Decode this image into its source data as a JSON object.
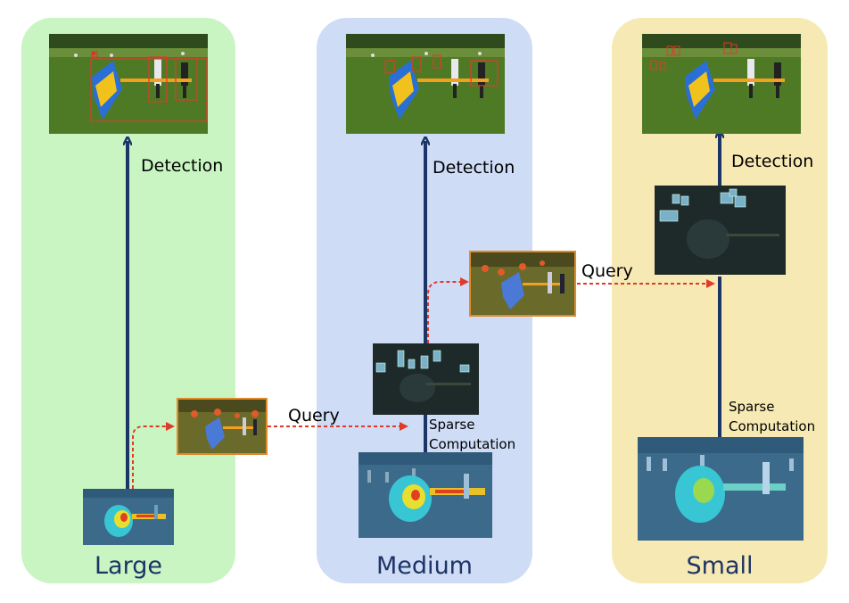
{
  "panels": {
    "large": {
      "label": "Large",
      "color": "#c9f5c2"
    },
    "medium": {
      "label": "Medium",
      "color": "#cfdcf6"
    },
    "small": {
      "label": "Small",
      "color": "#f7e9b4"
    }
  },
  "labels": {
    "detection": "Detection",
    "query": "Query",
    "sparse_line1": "Sparse",
    "sparse_line2": "Computation"
  },
  "colors": {
    "arrow_solid": "#1d3466",
    "arrow_query": "#e03a2a",
    "query_frame": "#e08a2a",
    "box_red": "#e03a2a"
  },
  "images": [
    "detection-output-large",
    "detection-output-medium",
    "detection-output-small",
    "heatmap-large",
    "heatmap-medium",
    "heatmap-small",
    "query-map-large",
    "query-map-medium",
    "sparse-map-medium",
    "sparse-map-small"
  ]
}
